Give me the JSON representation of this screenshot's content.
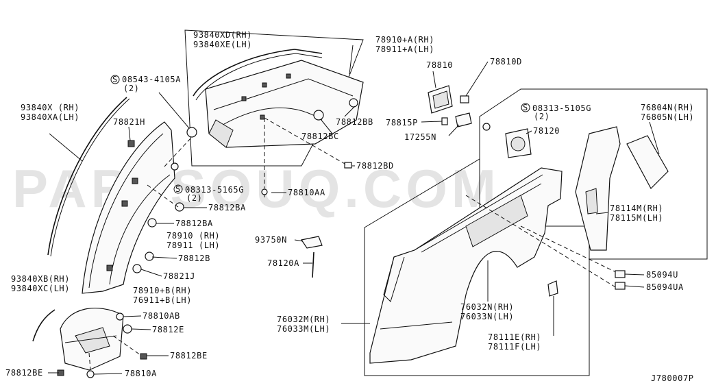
{
  "watermark": "PARTSOUQ.COM",
  "diagram_code": "J780007P",
  "labels": {
    "p93840xd": "93840XD(RH)",
    "p93840xe": "93840XE(LH)",
    "p78910a": "78910+A(RH)",
    "p78911a": "78911+A(LH)",
    "s08543": "08543-4105A",
    "s08543q": "(2)",
    "p93840x": "93840X (RH)",
    "p93840xa": "93840XA(LH)",
    "p78821h": "78821H",
    "p78810": "78810",
    "p78810d": "78810D",
    "p78812bb": "78812BB",
    "p78812bc": "78812BC",
    "p78815p": "78815P",
    "p17255n": "17255N",
    "s08313b": "08313-5105G",
    "s08313bq": "(2)",
    "p78120": "78120",
    "p76804n": "76804N(RH)",
    "p76805n": "76805N(LH)",
    "p78812bd": "78812BD",
    "s08313a": "08313-5165G",
    "s08313aq": "(2)",
    "p78810aa": "78810AA",
    "p78812ba1": "78812BA",
    "p78812ba2": "78812BA",
    "p78910": "78910 (RH)",
    "p78911": "78911 (LH)",
    "p78812b": "78812B",
    "p78821j": "78821J",
    "p78114m": "78114M(RH)",
    "p78115m": "78115M(LH)",
    "p93750n": "93750N",
    "p78120a": "78120A",
    "p93840xb": "93840XB(RH)",
    "p93840xc": "93840XC(LH)",
    "p78910b": "78910+B(RH)",
    "p76911b": "76911+B(LH)",
    "p78810ab": "78810AB",
    "p78812e": "78812E",
    "p78812be1": "78812BE",
    "p78812be2": "78812BE",
    "p78810a": "78810A",
    "p85094u": "85094U",
    "p85094ua": "85094UA",
    "p76032n": "76032N(RH)",
    "p76033n": "76033N(LH)",
    "p76032m": "76032M(RH)",
    "p76033m": "76033M(LH)",
    "p78111e": "78111E(RH)",
    "p78111f": "78111F(LH)",
    "screw_symbol": "S"
  }
}
